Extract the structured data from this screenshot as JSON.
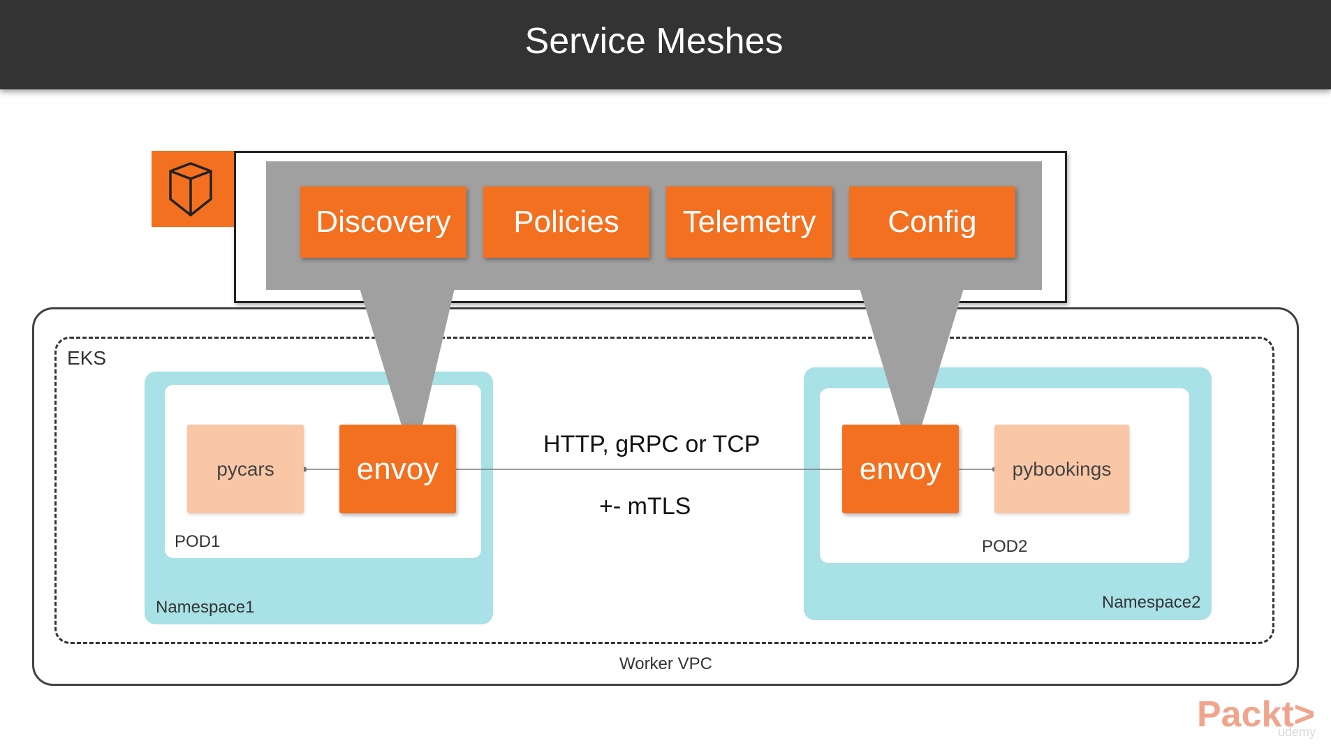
{
  "slide": {
    "title": "Service Meshes"
  },
  "control_plane": {
    "modules": [
      "Discovery",
      "Policies",
      "Telemetry",
      "Config"
    ]
  },
  "infra": {
    "worker_vpc_label": "Worker VPC",
    "eks_label": "EKS"
  },
  "namespace1": {
    "label": "Namespace1",
    "pod_label": "POD1",
    "service": "pycars",
    "proxy": "envoy"
  },
  "namespace2": {
    "label": "Namespace2",
    "pod_label": "POD2",
    "service": "pybookings",
    "proxy": "envoy"
  },
  "connection": {
    "protocols": "HTTP, gRPC or TCP",
    "security": "+- mTLS"
  },
  "branding": {
    "logo_text": "Packt>",
    "watermark": "udemy"
  },
  "colors": {
    "header": "#333333",
    "accent_orange": "#f37021",
    "service_peach": "#f9c6a6",
    "namespace_teal": "#a8e1e6",
    "control_gray": "#a0a0a0"
  }
}
